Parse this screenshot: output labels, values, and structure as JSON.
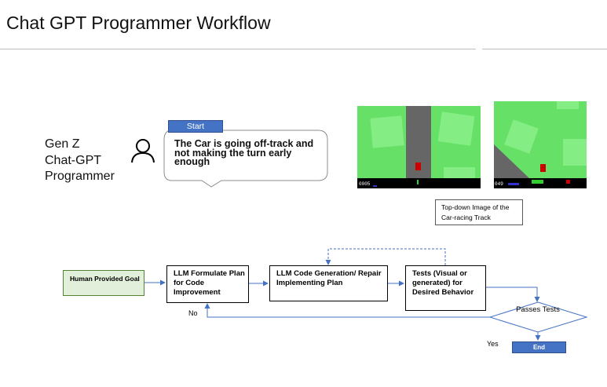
{
  "title": "Chat GPT Programmer Workflow",
  "persona": {
    "label": "Gen Z\nChat-GPT\nProgrammer",
    "icon": "person-icon"
  },
  "start_label": "Start",
  "speech_bubble": "The Car is going off-track and not making the turn early enough",
  "screenshots": {
    "caption": "Top-down Image of the Car-racing Track",
    "left_hud_counter": "0005",
    "right_hud_counter": "049",
    "colors": {
      "grass": "#66e066",
      "grass_patch": "#84ee84",
      "track": "#666666",
      "hud": "#000000",
      "car": "#cc0000"
    }
  },
  "flow": {
    "goal": "Human Provided Goal",
    "plan": "LLM Formulate Plan for Code Improvement",
    "codegen": "LLM Code Generation/ Repair Implementing Plan",
    "tests": "Tests (Visual or generated) for Desired Behavior",
    "decision": "Passes Tests",
    "no_label": "No",
    "yes_label": "Yes",
    "end_label": "End"
  },
  "colors": {
    "accent": "#4472c4",
    "goal_fill": "#e2efda",
    "goal_border": "#548235",
    "arrow": "#4472c4"
  }
}
